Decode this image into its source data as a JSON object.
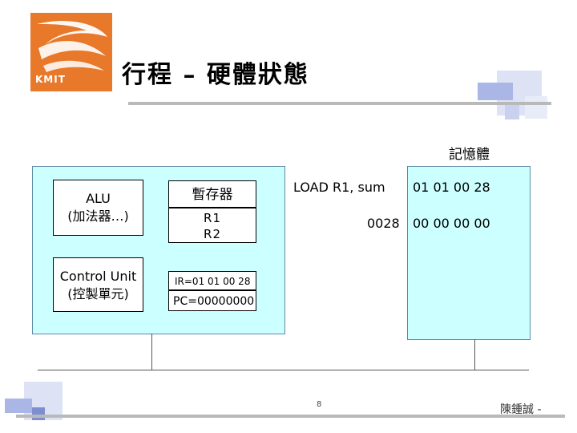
{
  "logo": {
    "text": "KMIT"
  },
  "title": "行程 – 硬體狀態",
  "cpu": {
    "alu_line1": "ALU",
    "alu_line2": "(加法器…)",
    "cu_line1": "Control Unit",
    "cu_line2": "(控製單元)",
    "register_label": "暫存器",
    "register_r1": "R1",
    "register_r2": "R2",
    "ir": "IR=01 01 00 28",
    "pc": "PC=00000000"
  },
  "memory": {
    "label": "記憶體",
    "row1_instruction": "LOAD R1, sum",
    "row1_value": "01 01 00 28",
    "row2_address": "0028",
    "row2_value": "00 00 00 00"
  },
  "footer": {
    "page_number": "8",
    "author": "陳鍾誠 -"
  },
  "colors": {
    "box_fill": "#ccffff",
    "logo_orange": "#e8782a",
    "decor_blue": "#aab7e6"
  }
}
